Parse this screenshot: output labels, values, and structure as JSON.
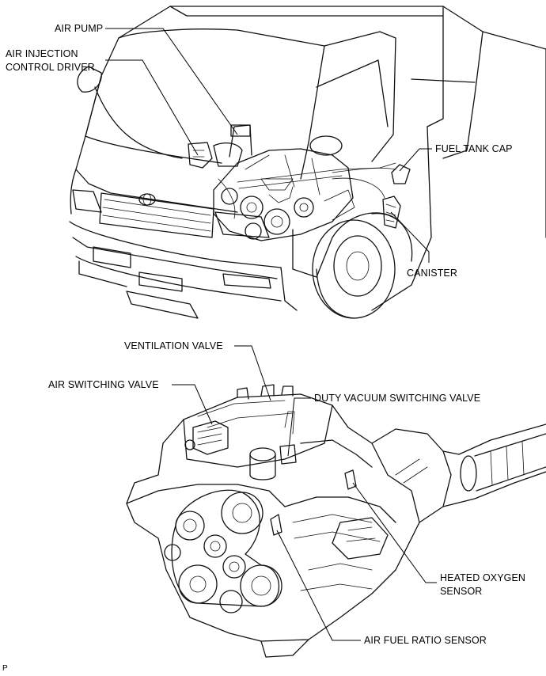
{
  "labels": {
    "air_pump": "AIR PUMP",
    "air_injection_line1": "AIR INJECTION",
    "air_injection_line2": "CONTROL DRIVER",
    "fuel_tank_cap": "FUEL TANK CAP",
    "canister": "CANISTER",
    "ventilation_valve": "VENTILATION VALVE",
    "air_switching_valve": "AIR SWITCHING VALVE",
    "duty_vacuum": "DUTY VACUUM SWITCHING VALVE",
    "heated_oxygen_line1": "HEATED OXYGEN",
    "heated_oxygen_line2": "SENSOR",
    "air_fuel_ratio": "AIR FUEL RATIO SENSOR"
  },
  "footer_code": "P"
}
